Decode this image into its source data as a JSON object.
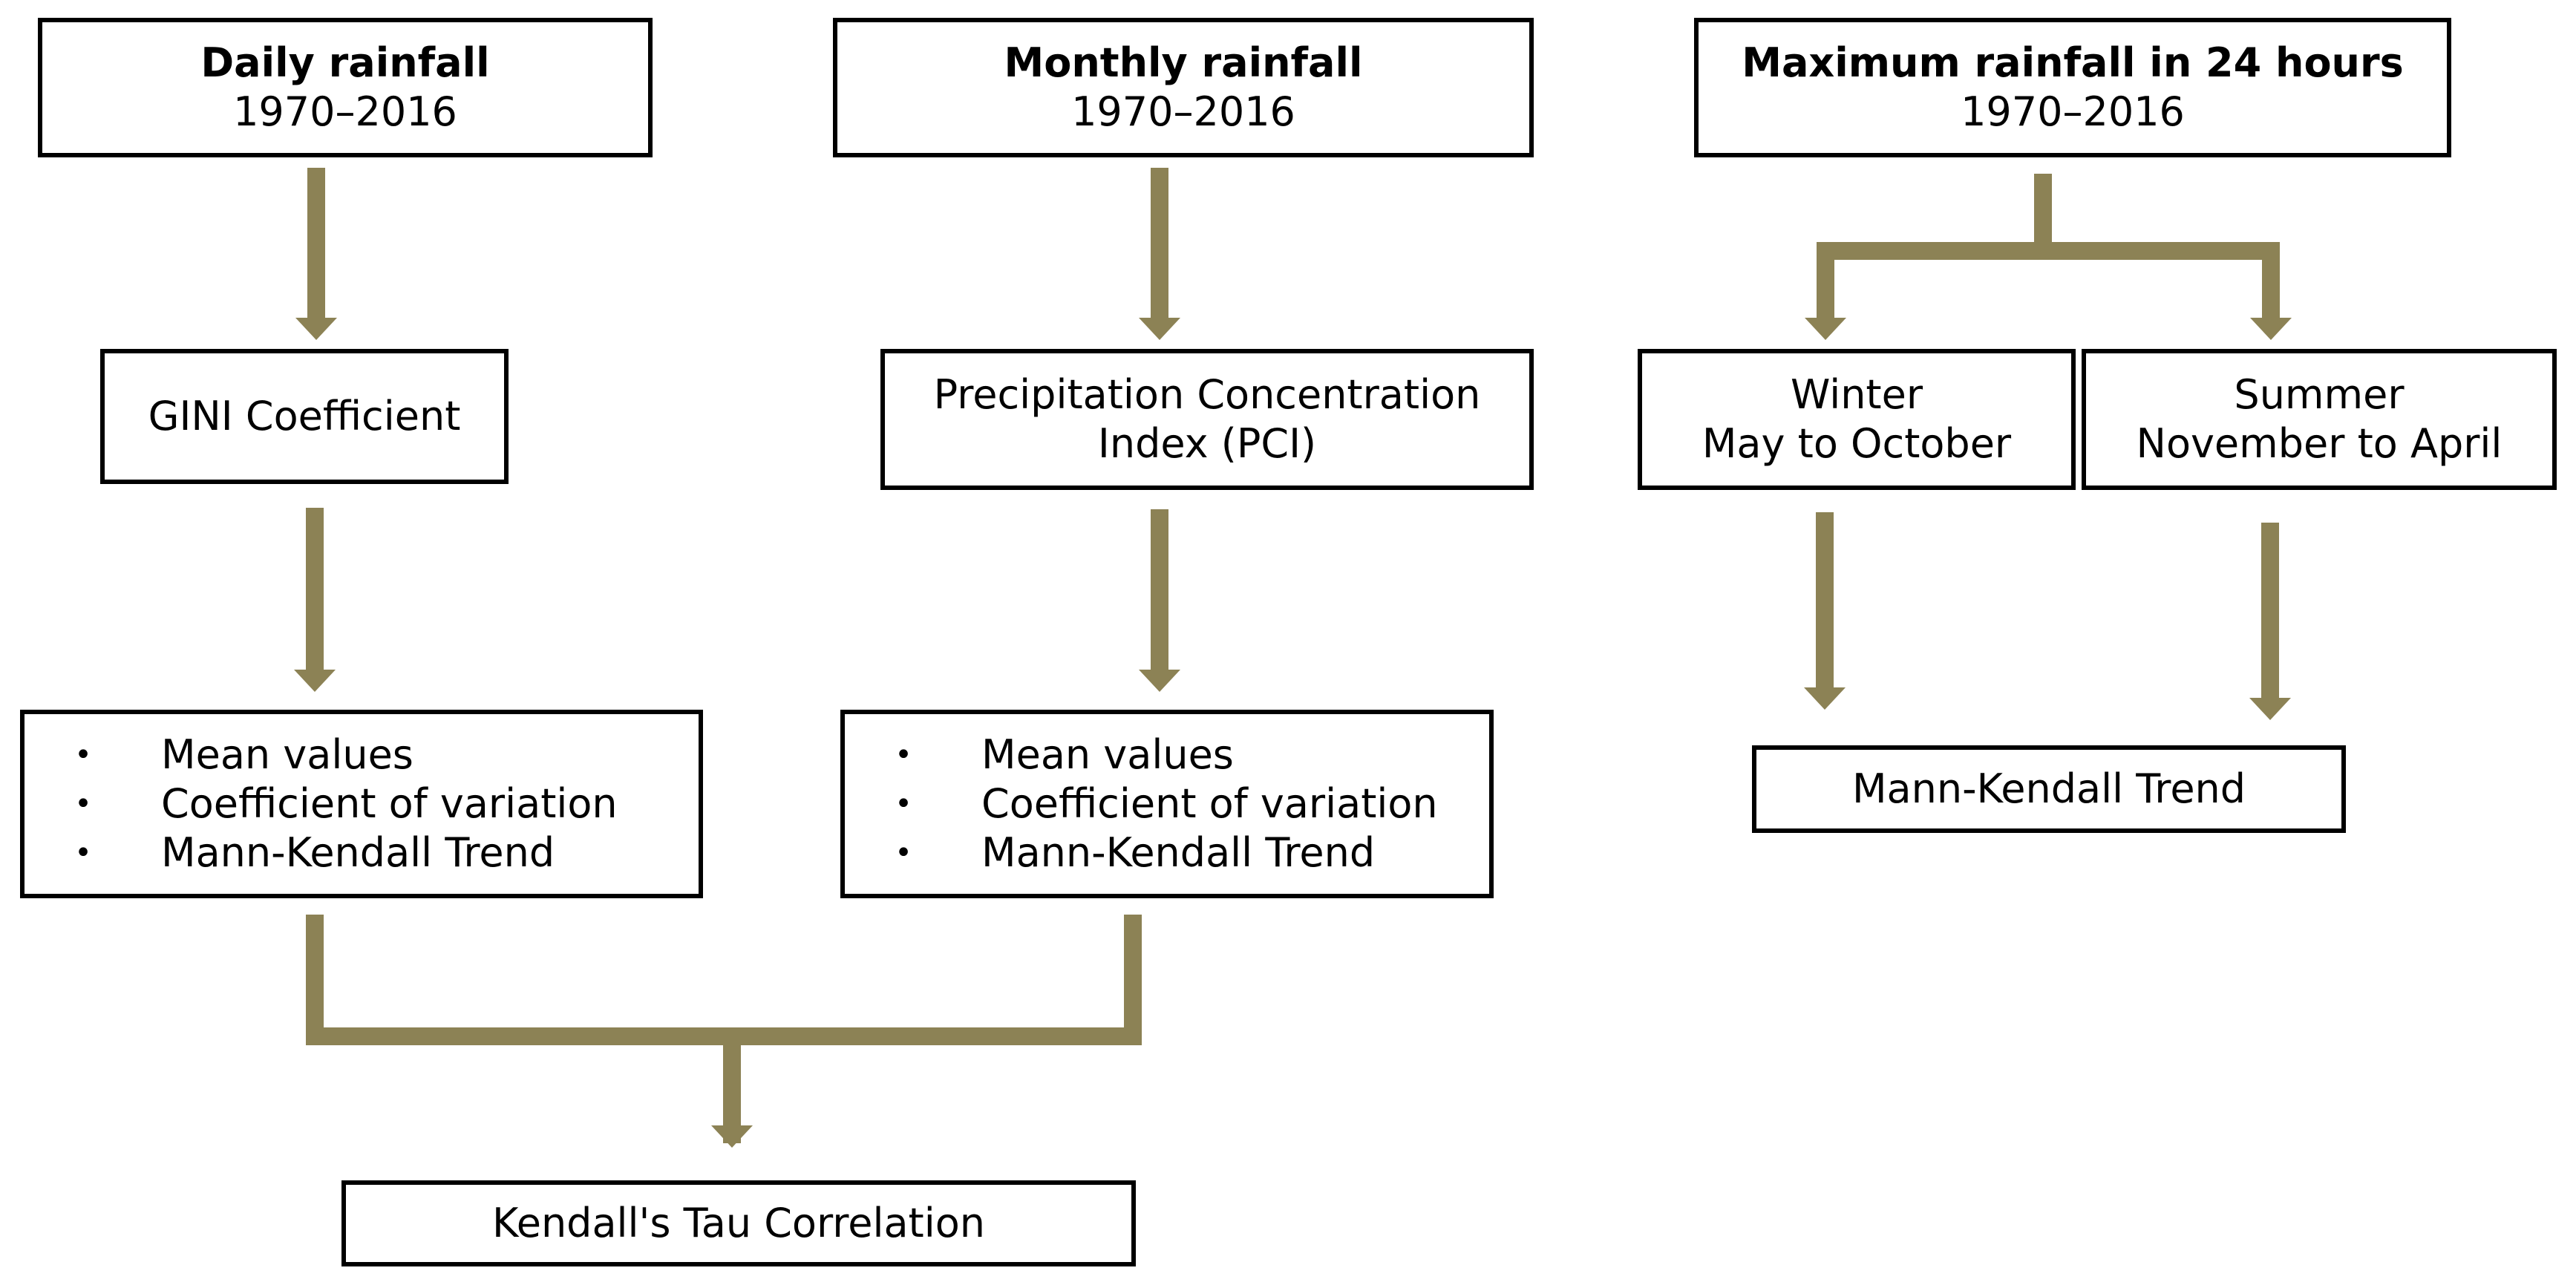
{
  "columns": [
    {
      "source": {
        "title": "Daily rainfall",
        "period": "1970–2016"
      },
      "index": {
        "line1": "GINI Coefficient",
        "line2": ""
      },
      "analyses": [
        "Mean values",
        "Coefficient of variation",
        "Mann-Kendall Trend"
      ]
    },
    {
      "source": {
        "title": "Monthly rainfall",
        "period": "1970–2016"
      },
      "index": {
        "line1": "Precipitation Concentration",
        "line2": "Index (PCI)"
      },
      "analyses": [
        "Mean values",
        "Coefficient of variation",
        "Mann-Kendall Trend"
      ]
    },
    {
      "source": {
        "title": "Maximum rainfall in 24 hours",
        "period": "1970–2016"
      },
      "seasons": [
        {
          "name": "Winter",
          "months": "May to October"
        },
        {
          "name": "Summer",
          "months": "November to April"
        }
      ],
      "trend": "Mann-Kendall Trend"
    }
  ],
  "correlation": "Kendall's Tau Correlation",
  "bullet_glyph": "•",
  "colors": {
    "connector": "#8C8255",
    "border": "#000000"
  }
}
